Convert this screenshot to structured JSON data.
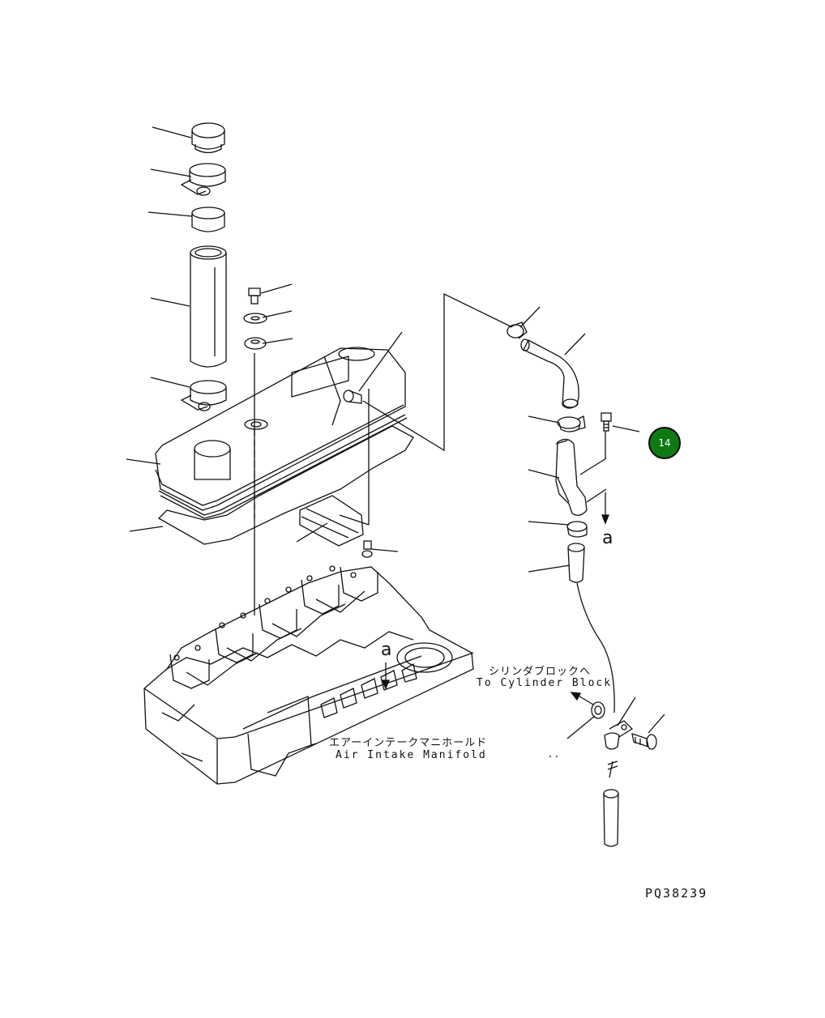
{
  "diagram": {
    "labels": {
      "cylinder_block_jp": "シリンダブロックへ",
      "cylinder_block_en": "To Cylinder Block",
      "intake_manifold_jp": "エアーインテークマニホールド",
      "intake_manifold_en": "Air Intake Manifold"
    },
    "ref_letters": {
      "right": "a",
      "center": "a"
    },
    "drawing_code": "PQ38239",
    "callout": {
      "number": "14",
      "color": "#0f7a14"
    }
  }
}
